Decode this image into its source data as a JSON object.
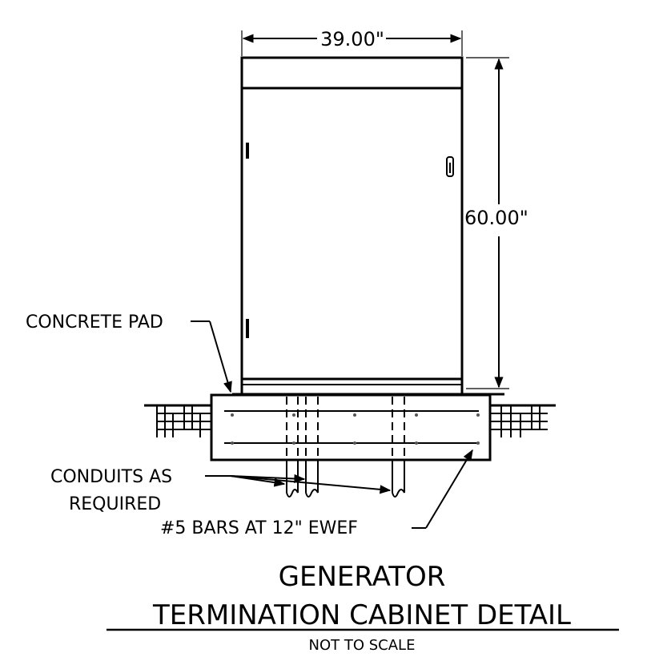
{
  "dimensions": {
    "width_label": "39.00\"",
    "height_label": "60.00\""
  },
  "callouts": {
    "concrete_pad": "CONCRETE PAD",
    "conduits_line1": "CONDUITS AS",
    "conduits_line2": "REQUIRED",
    "bars": "#5 BARS AT 12\" EWEF"
  },
  "title": {
    "line1": "GENERATOR",
    "line2": "TERMINATION CABINET DETAIL",
    "subtitle": "NOT TO SCALE"
  }
}
